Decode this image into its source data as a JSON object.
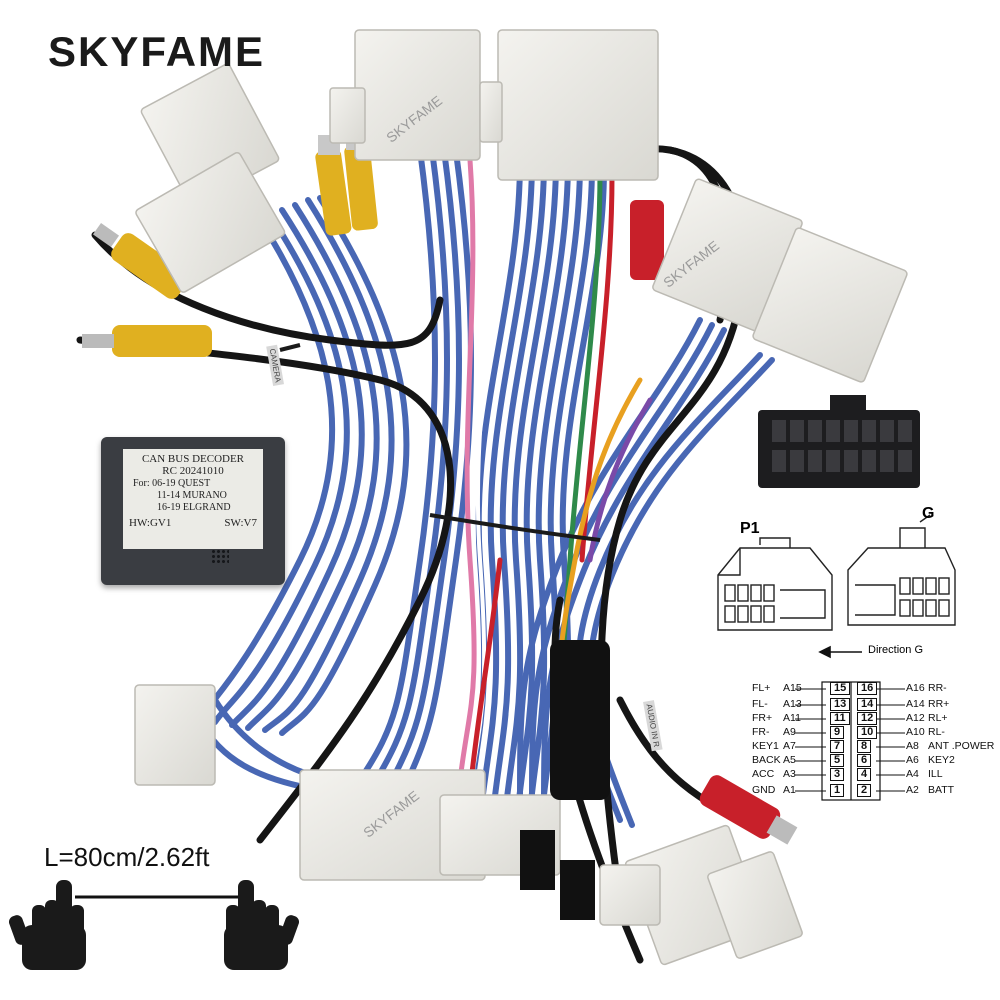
{
  "brand": "SKYFAME",
  "watermarks": [
    "SKYFAME",
    "SKYFAME",
    "SKYFAME"
  ],
  "decoder": {
    "line1": "CAN BUS DECODER",
    "line2": "RC  20241010",
    "line3": "For: 06-19 QUEST",
    "line4": "11-14 MURANO",
    "line5": "16-19 ELGRAND",
    "hw": "HW:GV1",
    "sw": "SW:V7"
  },
  "length": "L=80cm/2.62ft",
  "tags": {
    "camera": "CAMERA",
    "audio": "AUDIO IN R"
  },
  "diagram": {
    "p1": "P1",
    "g": "G",
    "direction": "Direction G",
    "left_pins": [
      {
        "name": "FL+",
        "code": "A15"
      },
      {
        "name": "FL-",
        "code": "A13"
      },
      {
        "name": "FR+",
        "code": "A11"
      },
      {
        "name": "FR-",
        "code": "A9"
      },
      {
        "name": "KEY1",
        "code": "A7"
      },
      {
        "name": "BACK",
        "code": "A5"
      },
      {
        "name": "ACC",
        "code": "A3"
      },
      {
        "name": "GND",
        "code": "A1"
      }
    ],
    "right_pins": [
      {
        "name": "RR-",
        "code": "A16"
      },
      {
        "name": "RR+",
        "code": "A14"
      },
      {
        "name": "RL+",
        "code": "A12"
      },
      {
        "name": "RL-",
        "code": "A10"
      },
      {
        "name": "ANT .POWER",
        "code": "A8"
      },
      {
        "name": "KEY2",
        "code": "A6"
      },
      {
        "name": "ILL",
        "code": "A4"
      },
      {
        "name": "BATT",
        "code": "A2"
      }
    ],
    "pin_numbers_left": [
      "15",
      "13",
      "11",
      "9",
      "7",
      "5",
      "3",
      "1"
    ],
    "pin_numbers_right": [
      "16",
      "14",
      "12",
      "10",
      "8",
      "6",
      "4",
      "2"
    ]
  },
  "colors": {
    "wire_blue": "#3f5fb0",
    "connector": "#ecebe6",
    "rca_yellow": "#e0b020",
    "rca_red": "#c8202a",
    "decoder_body": "#3a3d42"
  }
}
